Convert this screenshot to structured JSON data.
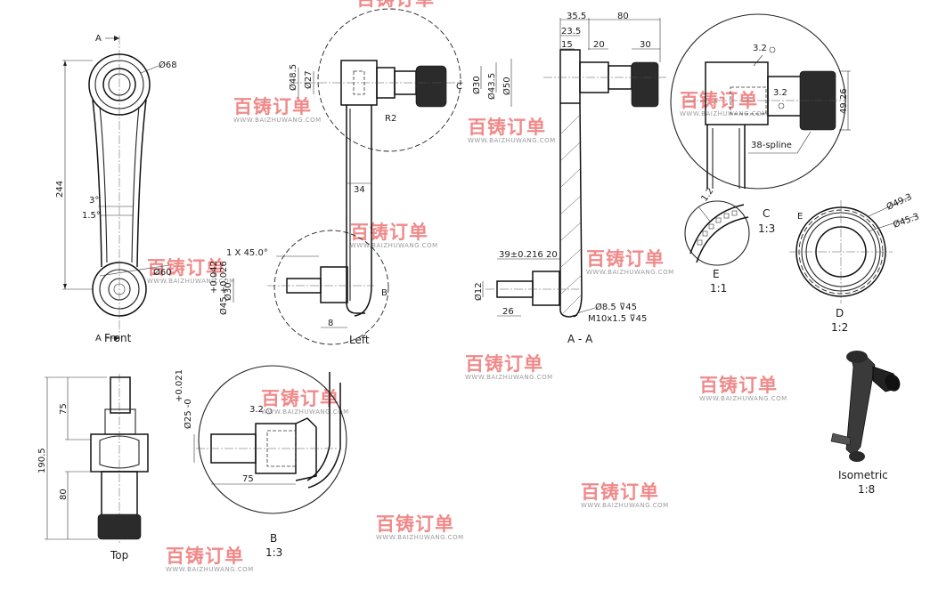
{
  "views": {
    "front": {
      "label": "Front",
      "section_mark": "A"
    },
    "left": {
      "label": "Left",
      "detail_mark": "B"
    },
    "section_aa": {
      "label": "A - A"
    },
    "top": {
      "label": "Top"
    },
    "detail_b": {
      "name": "B",
      "scale": "1:3"
    },
    "detail_c": {
      "name": "C",
      "scale": "1:3"
    },
    "detail_d": {
      "name": "D",
      "scale": "1:2"
    },
    "detail_e": {
      "name": "E",
      "scale": "1:1"
    },
    "isometric": {
      "label": "Isometric",
      "scale": "1:8"
    }
  },
  "dimensions": {
    "front_d68": "Ø68",
    "front_d60": "Ø60",
    "front_len": "244",
    "front_ang1": "3°",
    "front_ang2": "1.5°",
    "left_d48": "Ø48.5",
    "left_d27": "Ø27",
    "left_r2": "R2",
    "left_34": "34",
    "left_chamfer": "1 X 45.0°",
    "left_d45_tol_up": "+0.042",
    "left_d45_tol_lo": "Ø45 +0.026",
    "left_d30": "Ø30",
    "left_8": "8",
    "sec_35": "35.5",
    "sec_80": "80",
    "sec_23": "23.5",
    "sec_15": "15",
    "sec_20a": "20",
    "sec_30": "30",
    "sec_d30": "Ø30",
    "sec_d43": "Ø43.5",
    "sec_d50": "Ø50",
    "sec_39": "39±0.2",
    "sec_16": "16",
    "sec_20b": "20",
    "sec_d12": "Ø12",
    "sec_26": "26",
    "sec_hole": "Ø8.5 ⊽45",
    "sec_thread": "M10x1.5 ⊽45",
    "c_32a": "3.2",
    "c_32b": "3.2",
    "c_4926": "49.26",
    "c_spline": "38-spline",
    "e_12": "1.2",
    "d_493": "Ø49.3",
    "d_453": "Ø45.3",
    "top_75": "75",
    "top_1905": "190.5",
    "top_80": "80",
    "b_tol_up": "+0.021",
    "b_tol_lo": "Ø25 -0",
    "b_32": "3.2",
    "b_75": "75"
  },
  "watermark": {
    "brand": "百铸订单",
    "url": "WWW.BAIZHUWANG.COM",
    "color": "#f08a8a"
  }
}
